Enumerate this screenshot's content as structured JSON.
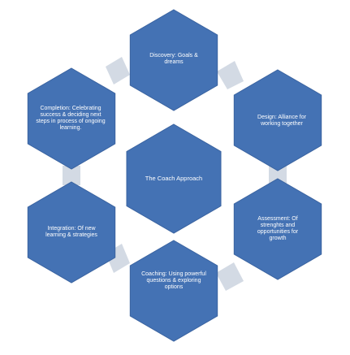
{
  "colors": {
    "hex_fill": "#4472B4",
    "hex_stroke": "#3A63A0",
    "connector_fill": "#D3DAE4"
  },
  "diagram": {
    "center": {
      "label": "The Coach Approach"
    },
    "steps": [
      {
        "id": "discovery",
        "label": "Discovery: Goals & dreams"
      },
      {
        "id": "design",
        "label": "Design: Alliance for working together"
      },
      {
        "id": "assessment",
        "label": "Assessment: Of strenghts and opportunities for growth"
      },
      {
        "id": "coaching",
        "label": "Coaching: Using powerful questions & exploring options"
      },
      {
        "id": "integration",
        "label": "Integration: Of new learning & strategies"
      },
      {
        "id": "completion",
        "label": "Completion: Celebrating success & deciding next steps in process of ongoing learning."
      }
    ]
  }
}
